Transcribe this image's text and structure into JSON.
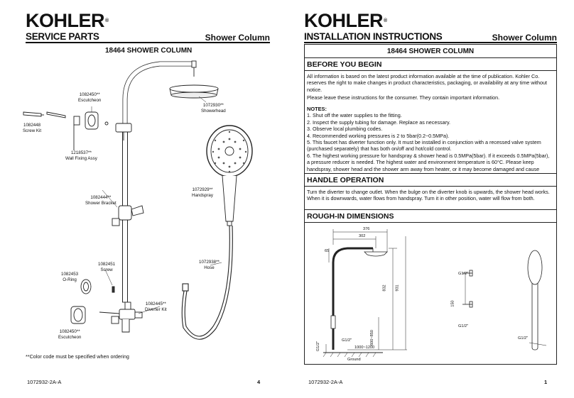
{
  "left_page": {
    "logo": "KOHLER",
    "logo_mark": "®",
    "section_title": "SERVICE PARTS",
    "product_type": "Shower Column",
    "model_heading": "18464    SHOWER COLUMN",
    "parts": [
      {
        "code": "1082450**",
        "name": "Escutcheon"
      },
      {
        "code": "1072930**",
        "name": "Showerhead"
      },
      {
        "code": "1082448",
        "name": "Screw Kit"
      },
      {
        "code": "1218537**",
        "name": "Wall Fixing Assy"
      },
      {
        "code": "1072929**",
        "name": "Handspray"
      },
      {
        "code": "1082444**",
        "name": "Shower Bracket"
      },
      {
        "code": "1082451",
        "name": "Screw"
      },
      {
        "code": "1072938**",
        "name": "Hose"
      },
      {
        "code": "1082453",
        "name": "O-Ring"
      },
      {
        "code": "1082445**",
        "name": "Diverter Kit"
      },
      {
        "code": "1082450**",
        "name": "Escutcheon"
      }
    ],
    "color_note": "**Color code must be specified when ordering",
    "doc_number": "1072932-2A-A",
    "page_number": "4"
  },
  "right_page": {
    "logo": "KOHLER",
    "logo_mark": "®",
    "section_title": "INSTALLATION INSTRUCTIONS",
    "product_type": "Shower Column",
    "model_heading": "18464    SHOWER COLUMN",
    "before_heading": "BEFORE YOU BEGIN",
    "before_p1": "All information is based on the latest product information available at the time of publication. Kohler Co. reserves the right to make changes in product characteristics, packaging, or availability at any time without notice.",
    "before_p2": "Please leave these instructions for the consumer. They contain important information.",
    "notes_heading": "NOTES:",
    "notes": [
      "1. Shut off the water supplies to the fitting.",
      "2. Inspect the supply tubing for damage. Replace as necessary.",
      "3. Observe local plumbing codes.",
      "4. Recommended working pressures is 2 to 5bar(0.2~0.5MPa).",
      "5. This faucet has diverter function only. It must be installed in conjunction with a recessed valve system (purchased separately) that has both on/off and hot/cold control.",
      "6. The highest working pressure for handspray & shower head is 0.5MPa(5bar). If it exceeds 0.5MPa(5bar), a pressure reducer is needed. The highest water and environment temperature is 60°C. Please keep handspray, shower head and the shower arm away from heater, or it may become damaged and cause injury to the user."
    ],
    "handle_heading": "HANDLE OPERATION",
    "handle_text": "Turn the diverter to change outlet. When the bulge on the diverter knob is upwards, the shower head works. When it is downwards, water flows from handspray. Turn it in other position, water will flow from both.",
    "rough_heading": "ROUGH-IN DIMENSIONS",
    "dims": {
      "d376": "376",
      "d302": "302",
      "d65": "65",
      "d832": "832",
      "d931": "931",
      "d600_850": "600~850",
      "d1000_1200": "1000~1200",
      "g12_a": "G1/2\"",
      "g12_b": "G1/2\"",
      "g12_c": "G1/2\"",
      "g12_d": "G1/2\"",
      "g12_e": "G1/2\"",
      "d150": "150",
      "ground": "Ground"
    },
    "doc_number": "1072932-2A-A",
    "page_number": "1"
  }
}
